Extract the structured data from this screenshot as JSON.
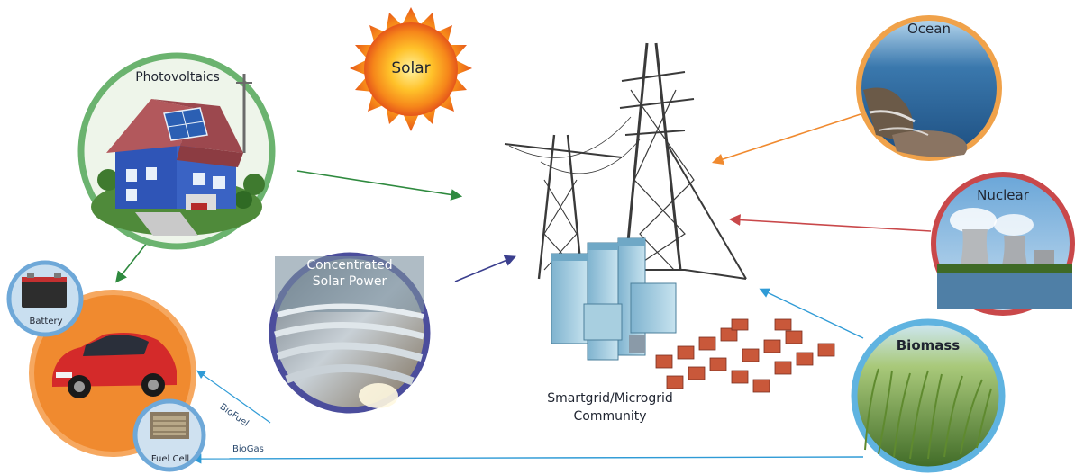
{
  "nodes": {
    "solar": {
      "label": "Solar"
    },
    "photovoltaics": {
      "label": "Photovoltaics"
    },
    "ocean": {
      "label": "Ocean"
    },
    "nuclear": {
      "label": "Nuclear"
    },
    "concentrated_solar": {
      "label_line1": "Concentrated",
      "label_line2": "Solar Power"
    },
    "biomass": {
      "label": "Biomass"
    },
    "battery": {
      "label": "Battery"
    },
    "fuel_cell": {
      "label": "Fuel Cell"
    },
    "community": {
      "label_line1": "Smartgrid/Microgrid",
      "label_line2": "Community"
    }
  },
  "edges": {
    "biofuel": "BioFuel",
    "biogas": "BioGas"
  },
  "colors": {
    "photovoltaics": "#6bb36f",
    "ocean": "#f0a24a",
    "nuclear": "#c9484a",
    "concentrated_solar": "#4b4d9c",
    "biomass": "#5fb3e0",
    "vehicle": "#f08a2f",
    "battery": "#6ea8d8",
    "fuel_cell": "#6ea8d8"
  }
}
